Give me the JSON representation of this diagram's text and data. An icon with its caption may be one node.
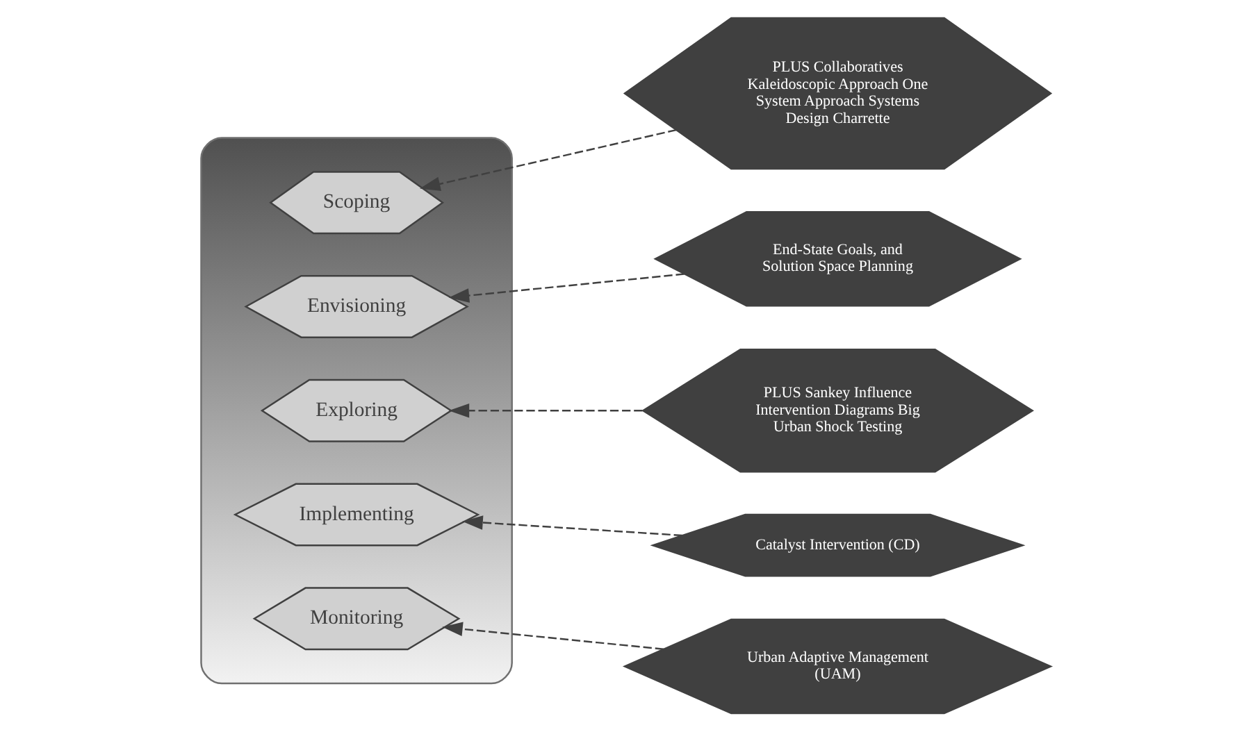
{
  "diagram": {
    "nodes": [
      {
        "text": [],
        "shape": "tree"
      },
      {
        "text": [
          "Scoping"
        ],
        "in": 0
      },
      {
        "text": [
          "Envisioning"
        ],
        "in": 0
      },
      {
        "text": [
          "Exploring"
        ],
        "in": 0
      },
      {
        "text": [
          "Implementing"
        ],
        "in": 0
      },
      {
        "text": [
          "Monitoring"
        ],
        "in": 0
      },
      {
        "text": [
          "PLUS Collaboratives Kaleidoscopic Approach One System Approach Systems Design Charrette"
        ]
      },
      {
        "text": [
          "End-State Goals, and Solution Space Planning"
        ]
      },
      {
        "text": [
          "PLUS Sankey Influence Intervention Diagrams Big Urban Shock Testing"
        ]
      },
      {
        "text": [
          "Catalyst Intervention (CD)"
        ]
      },
      {
        "text": [
          "Urban Adaptive Management (UAM)"
        ]
      }
    ],
    "edges": [
      {
        "from": 6,
        "to": 1,
        "arrow": "to",
        "style": "dashed"
      },
      {
        "from": 7,
        "to": 2,
        "arrow": "to",
        "style": "dashed"
      },
      {
        "from": 8,
        "to": 3,
        "arrow": "to",
        "style": "dashed"
      },
      {
        "from": 9,
        "to": 4,
        "arrow": "to",
        "style": "dashed"
      },
      {
        "from": 10,
        "to": 5,
        "arrow": "to",
        "style": "dashed"
      }
    ]
  }
}
